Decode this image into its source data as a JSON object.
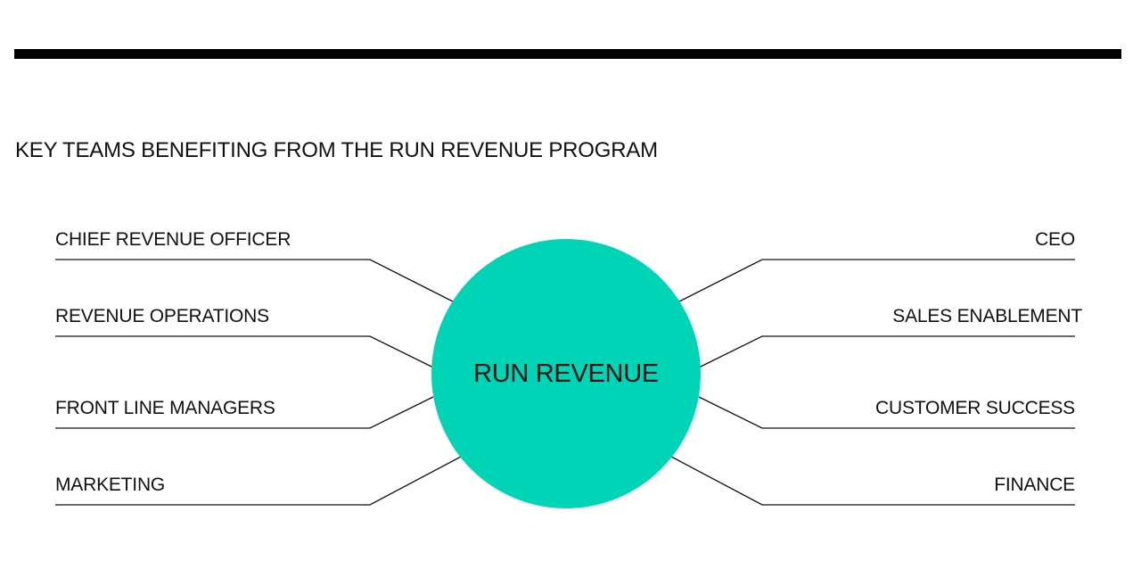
{
  "title": "KEY TEAMS BENEFITING FROM THE RUN REVENUE PROGRAM",
  "hub": {
    "label": "RUN REVENUE",
    "color": "#00d4b6"
  },
  "left_teams": [
    "CHIEF REVENUE OFFICER",
    "REVENUE OPERATIONS",
    "FRONT LINE MANAGERS",
    "MARKETING"
  ],
  "right_teams": [
    "CEO",
    "SALES ENABLEMENT",
    "CUSTOMER SUCCESS",
    "FINANCE"
  ]
}
